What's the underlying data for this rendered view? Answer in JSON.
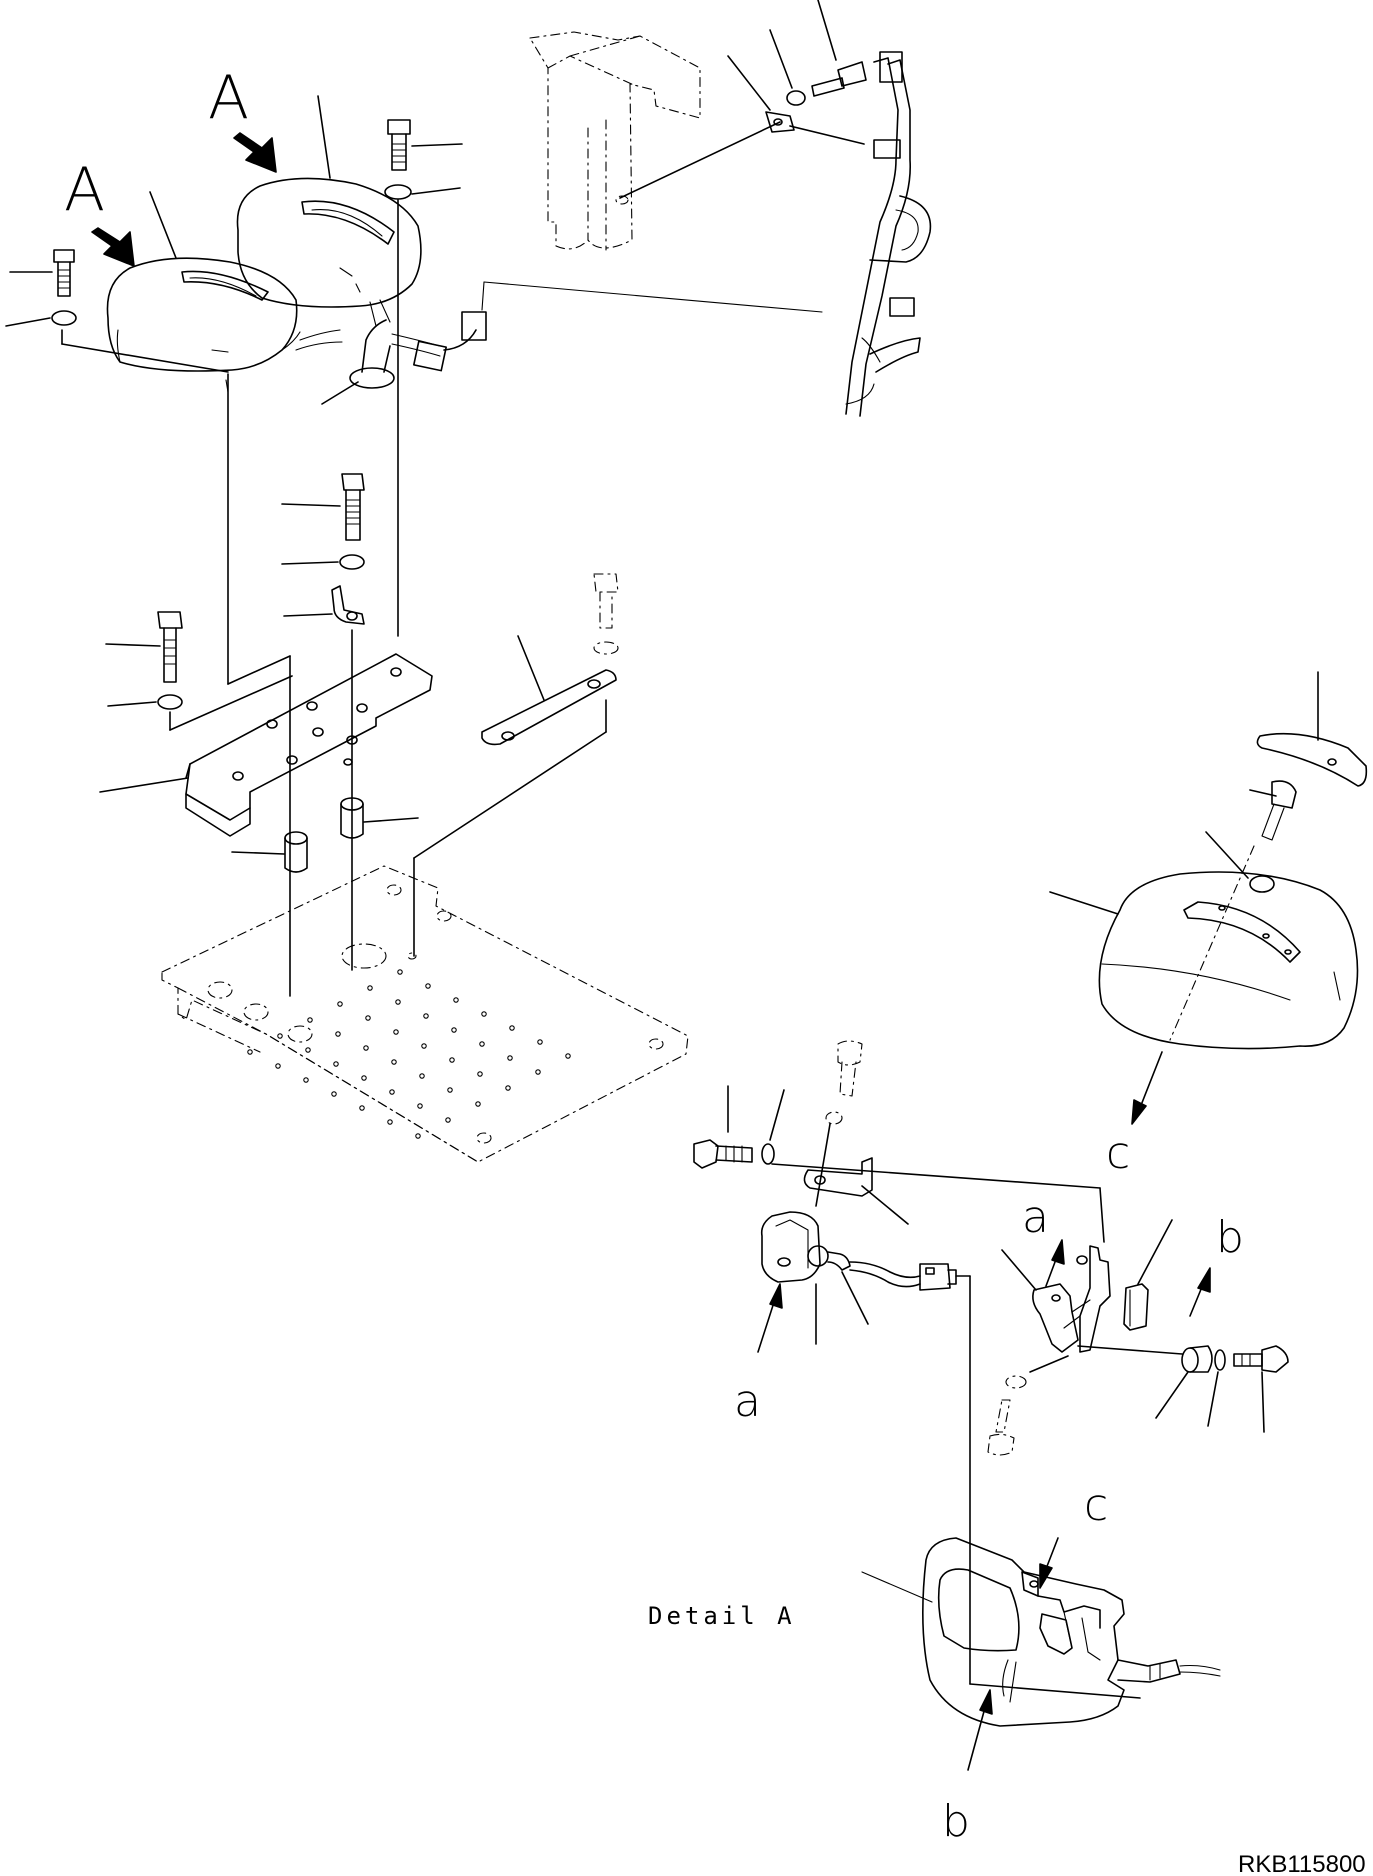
{
  "diagram": {
    "view_labels": [
      "A",
      "A"
    ],
    "detail_title": "Detail A",
    "detail_letters": {
      "a_upper": "a",
      "a_lower": "a",
      "b_upper": "b",
      "b_lower": "b",
      "c_upper": "c",
      "c_lower": "c"
    },
    "drawing_code": "RKB115800"
  }
}
